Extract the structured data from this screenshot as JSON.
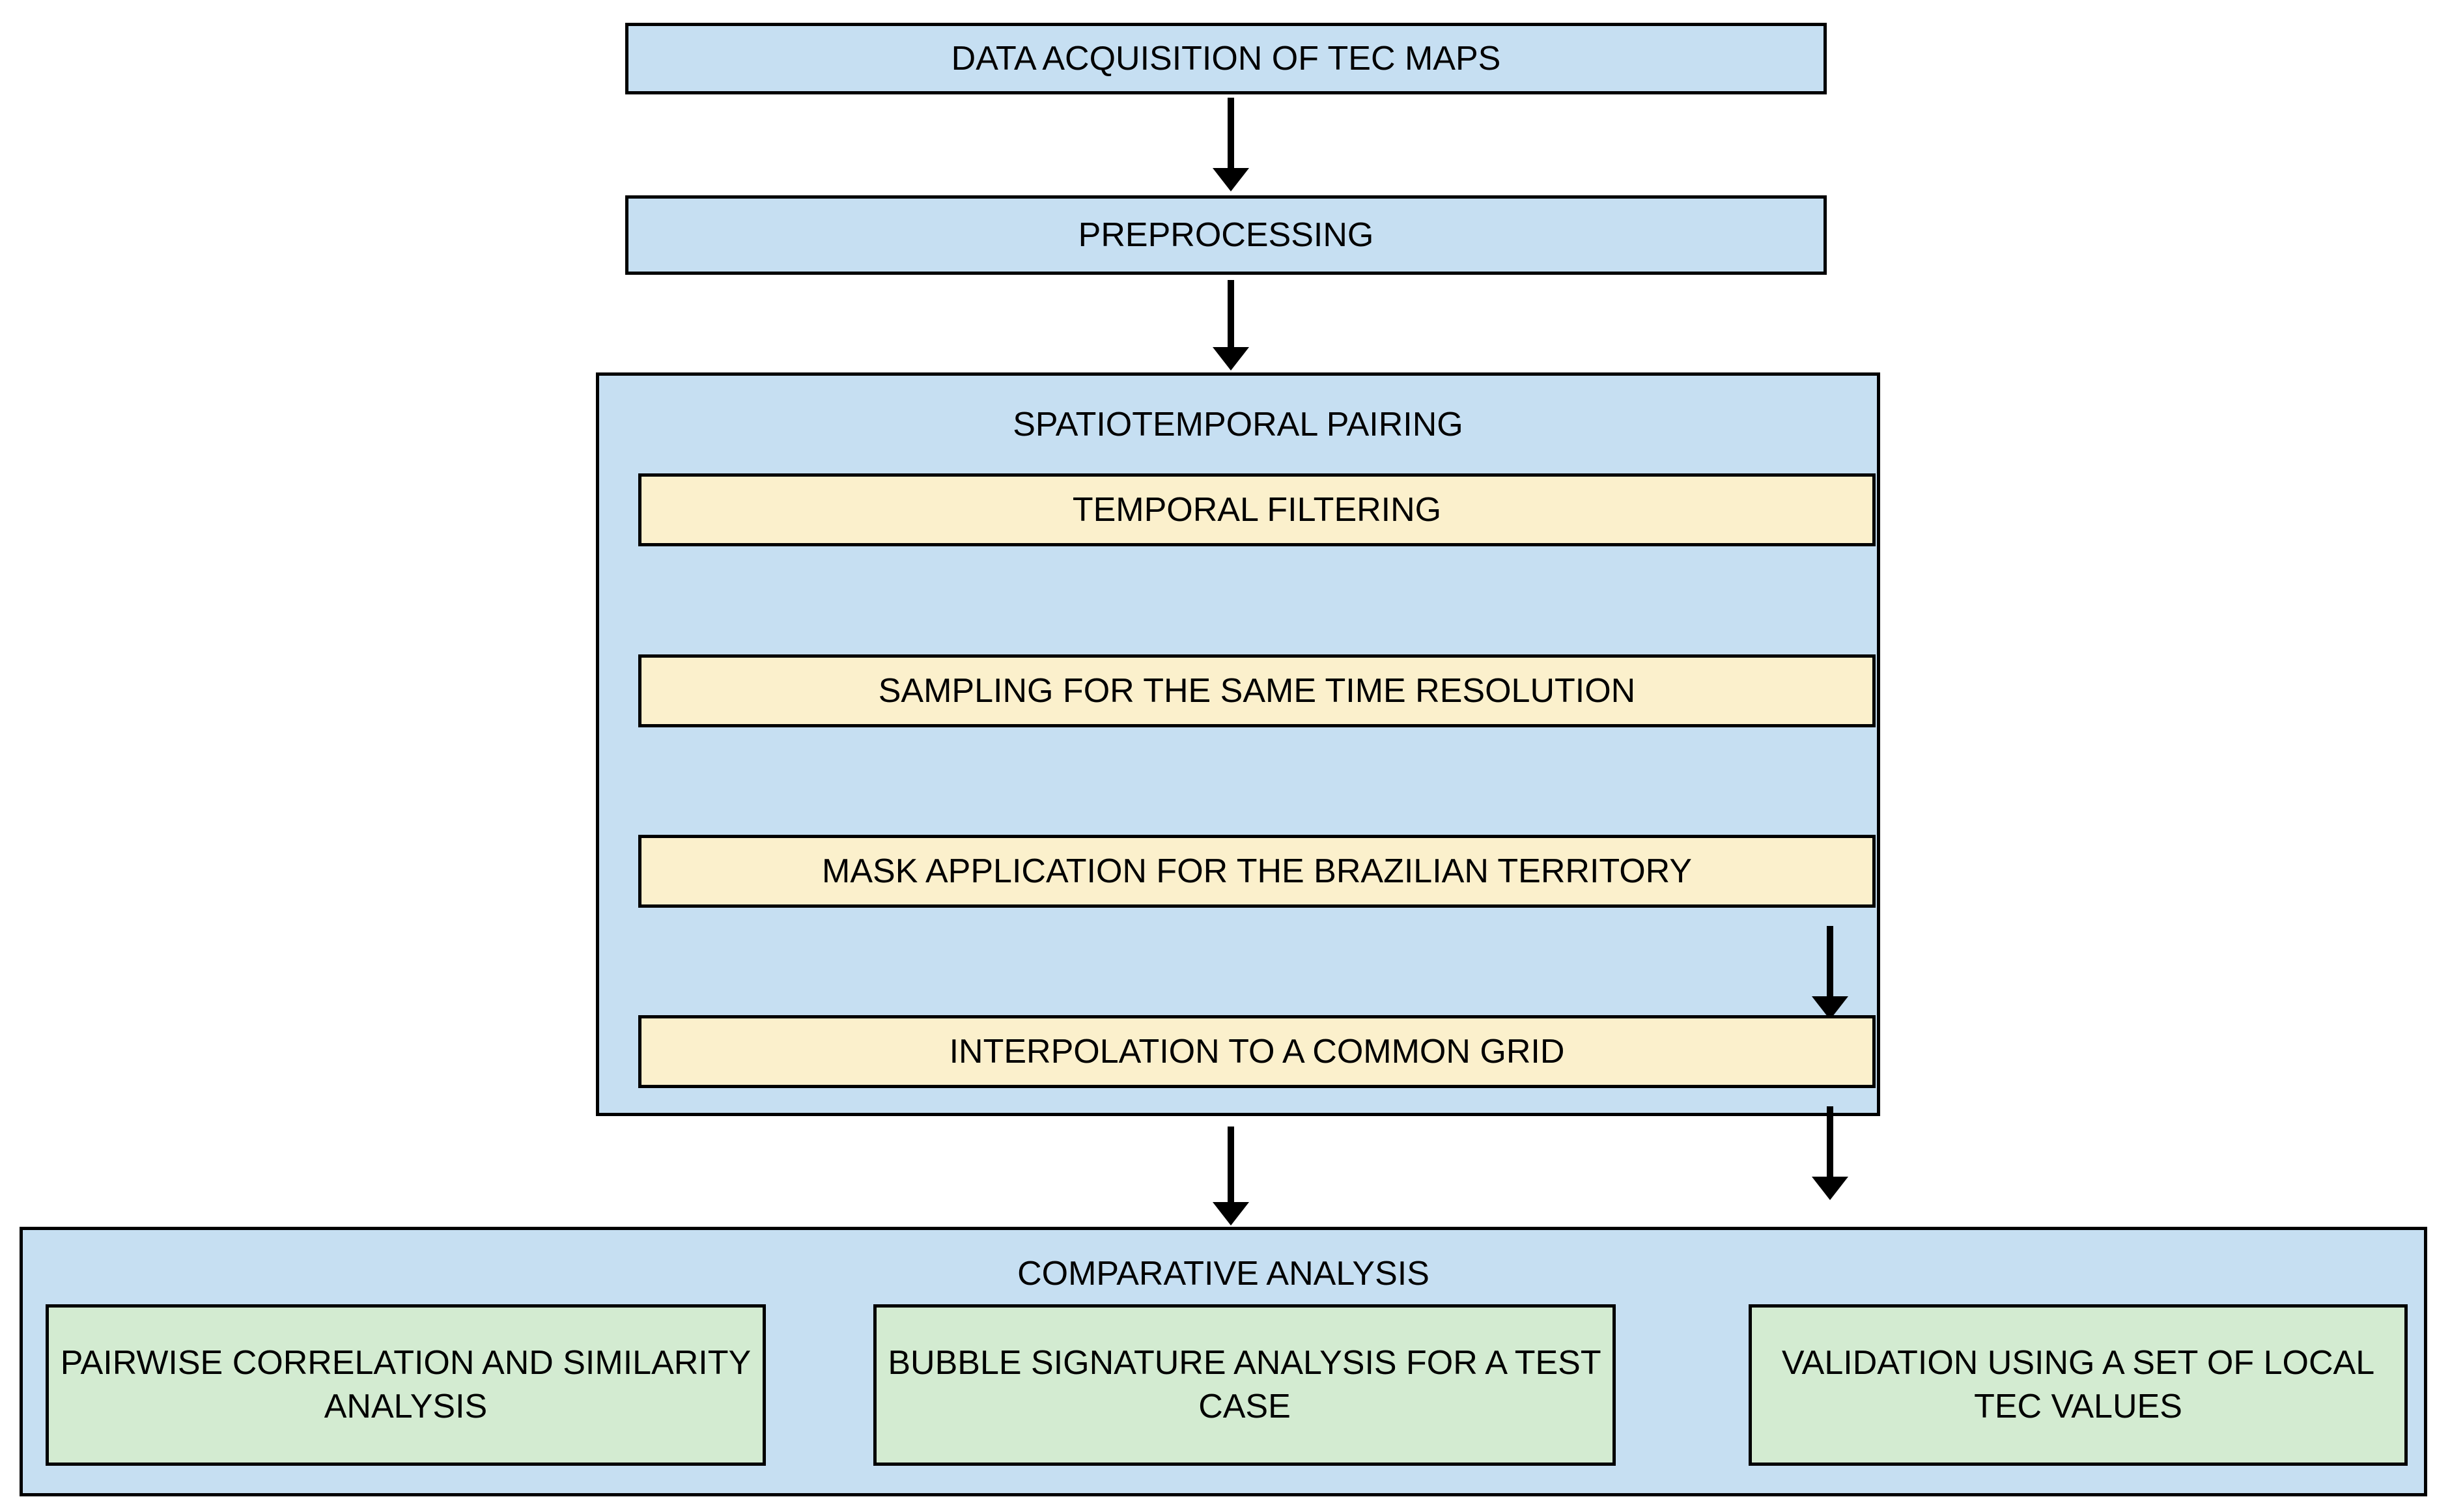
{
  "diagram": {
    "title": "TEC maps comparative analysis workflow",
    "colors": {
      "box_blue": "#c6dff2",
      "box_yellow": "#fbf0cc",
      "box_green": "#d3ebd1",
      "border": "#000000",
      "background": "#ffffff"
    },
    "steps": {
      "data_acquisition": "DATA ACQUISITION OF TEC MAPS",
      "preprocessing": "PREPROCESSING"
    },
    "spatiotemporal_group": {
      "title": "SPATIOTEMPORAL PAIRING",
      "substeps": [
        "TEMPORAL FILTERING",
        "SAMPLING FOR THE SAME TIME RESOLUTION",
        "MASK APPLICATION FOR THE BRAZILIAN TERRITORY",
        "INTERPOLATION TO A COMMON GRID"
      ]
    },
    "comparative_group": {
      "title": "COMPARATIVE ANALYSIS",
      "branches": [
        "PAIRWISE CORRELATION AND SIMILARITY ANALYSIS",
        "BUBBLE SIGNATURE ANALYSIS FOR A TEST CASE",
        "VALIDATION USING A SET OF LOCAL TEC VALUES"
      ]
    },
    "connectors": [
      "data-acquisition-to-preprocessing",
      "preprocessing-to-spatiotemporal-pairing",
      "temporal-filtering-to-sampling",
      "sampling-to-mask-application",
      "mask-application-to-interpolation",
      "spatiotemporal-pairing-to-comparative-analysis"
    ]
  }
}
